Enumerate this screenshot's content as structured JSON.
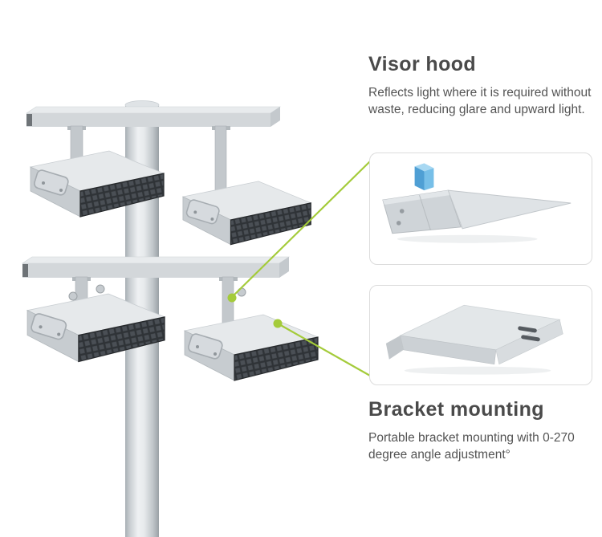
{
  "features": {
    "visor": {
      "title": "Visor hood",
      "description": "Reflects light where it is required without waste, reducing glare and upward light."
    },
    "bracket": {
      "title": "Bracket mounting",
      "description": "Portable bracket mounting with 0-270 degree angle adjustment°"
    }
  },
  "colors": {
    "accent_green": "#a4cb3a",
    "metal_light": "#e6e9eb",
    "metal_mid": "#d5d9dc",
    "metal_dark": "#c3c8cc",
    "led_panel": "#2f3337",
    "clip_blue": "#5aa9dc",
    "heading_text": "#4a4a4a",
    "body_text": "#545454",
    "box_border": "#dcdcdc"
  },
  "icons": {
    "callout_dot": "green circular callout marker",
    "flood_light": "LED flood light fixture",
    "pole": "mounting pole",
    "visor_render": "visor hood part render",
    "bracket_render": "mounting bracket part render"
  }
}
